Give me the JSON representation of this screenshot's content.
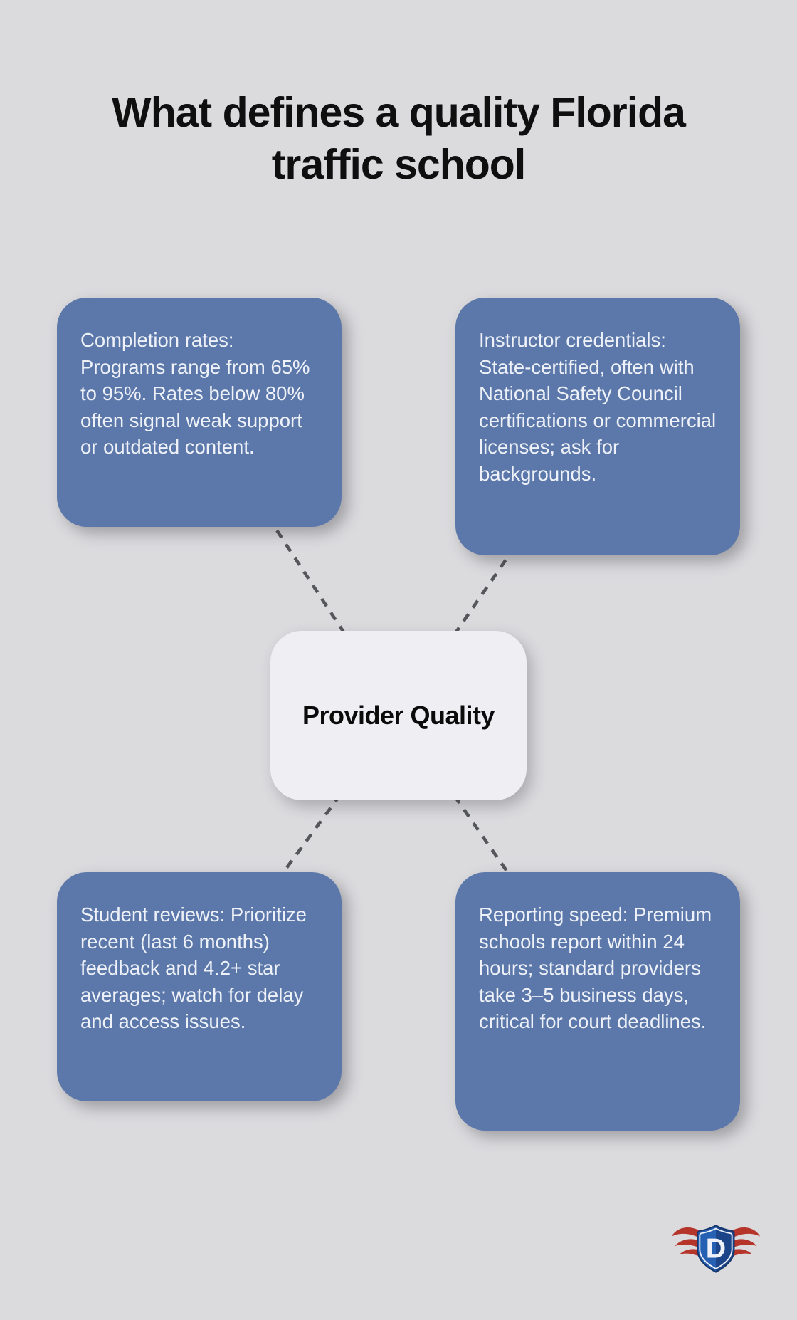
{
  "page": {
    "title": {
      "line1": "What defines a quality Florida",
      "line2": "traffic school"
    }
  },
  "diagram": {
    "center_node": {
      "label": "Provider Quality"
    },
    "nodes": [
      {
        "id": "completion-rates",
        "position": "top-left",
        "text": "Completion rates: Programs range from 65% to 95%. Rates below 80% often signal weak support or outdated content."
      },
      {
        "id": "instructor-credentials",
        "position": "top-right",
        "text": "Instructor credentials: State-certified, often with National Safety Council certifications or commercial licenses; ask for backgrounds."
      },
      {
        "id": "student-reviews",
        "position": "bottom-left",
        "text": "Student reviews: Prioritize recent (last 6 months) feedback and 4.2+ star averages; watch for delay and access issues."
      },
      {
        "id": "reporting-speed",
        "position": "bottom-right",
        "text": "Reporting speed: Premium schools report within 24 hours; standard providers take 3–5 business days, critical for court deadlines."
      }
    ]
  },
  "logo": {
    "letter": "D"
  },
  "colors": {
    "background": "#dbdbde",
    "node_blue": "#5c78aa",
    "node_text": "#eef2f8",
    "center_node_bg": "#efeff3",
    "center_node_text": "#0b0b0c",
    "connector_gray": "#55575b",
    "title_text": "#0f0f10",
    "logo_shield_light": "#2560b2",
    "logo_shield_dark": "#1b4489",
    "logo_shield_border": "#16366e",
    "logo_wing_red": "#b5352b"
  }
}
